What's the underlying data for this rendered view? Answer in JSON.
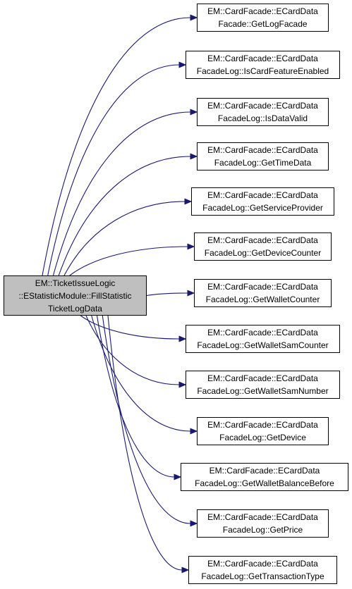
{
  "root": {
    "lines": [
      "EM::TicketIssueLogic",
      "::EStatisticModule::FillStatistic",
      "TicketLogData"
    ]
  },
  "callees": [
    {
      "lines": [
        "EM::CardFacade::ECardData",
        "Facade::GetLogFacade"
      ]
    },
    {
      "lines": [
        "EM::CardFacade::ECardData",
        "FacadeLog::IsCardFeatureEnabled"
      ]
    },
    {
      "lines": [
        "EM::CardFacade::ECardData",
        "FacadeLog::IsDataValid"
      ]
    },
    {
      "lines": [
        "EM::CardFacade::ECardData",
        "FacadeLog::GetTimeData"
      ]
    },
    {
      "lines": [
        "EM::CardFacade::ECardData",
        "FacadeLog::GetServiceProvider"
      ]
    },
    {
      "lines": [
        "EM::CardFacade::ECardData",
        "FacadeLog::GetDeviceCounter"
      ]
    },
    {
      "lines": [
        "EM::CardFacade::ECardData",
        "FacadeLog::GetWalletCounter"
      ]
    },
    {
      "lines": [
        "EM::CardFacade::ECardData",
        "FacadeLog::GetWalletSamCounter"
      ]
    },
    {
      "lines": [
        "EM::CardFacade::ECardData",
        "FacadeLog::GetWalletSamNumber"
      ]
    },
    {
      "lines": [
        "EM::CardFacade::ECardData",
        "FacadeLog::GetDevice"
      ]
    },
    {
      "lines": [
        "EM::CardFacade::ECardData",
        "FacadeLog::GetWalletBalanceBefore"
      ]
    },
    {
      "lines": [
        "EM::CardFacade::ECardData",
        "FacadeLog::GetPrice"
      ]
    },
    {
      "lines": [
        "EM::CardFacade::ECardData",
        "FacadeLog::GetTransactionType"
      ]
    }
  ],
  "colors": {
    "edge": "#191970",
    "root_fill": "#bfbfbf",
    "node_fill": "#ffffff",
    "node_border": "#000000"
  }
}
